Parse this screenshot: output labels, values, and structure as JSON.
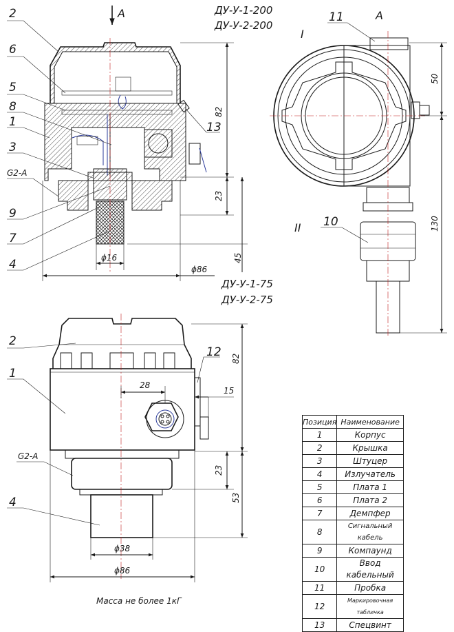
{
  "view_a": {
    "label": "A",
    "arrow_label": "A"
  },
  "models_top": [
    "ДУ-У-1-200",
    "ДУ-У-2-200"
  ],
  "models_bottom": [
    "ДУ-У-1-75",
    "ДУ-У-2-75"
  ],
  "roman": {
    "first": "I",
    "second": "II"
  },
  "section_top": {
    "positions": [
      "2",
      "6",
      "5",
      "8",
      "1",
      "3",
      "9",
      "7",
      "4",
      "13"
    ],
    "thread": "G2-A",
    "dims": {
      "h_cap": "82",
      "h_thread": "23",
      "h_probe": "45",
      "d_probe": "ϕ16",
      "d_body": "ϕ86"
    }
  },
  "top_view": {
    "positions": [
      "11",
      "10"
    ],
    "dims": {
      "h_plug": "50",
      "h_gland": "130"
    }
  },
  "front_view": {
    "positions": [
      "2",
      "12",
      "1",
      "4"
    ],
    "thread": "G2-A",
    "dims": {
      "h_cap": "82",
      "w_gland": "28",
      "w_plate": "15",
      "h_thread": "23",
      "h_probe": "53",
      "d_probe": "ϕ38",
      "d_body": "ϕ86"
    }
  },
  "mass_note": "Масса не более 1кГ",
  "bom": {
    "headers": [
      "Позиция",
      "Наименование"
    ],
    "rows": [
      {
        "num": "1",
        "name": "Корпус"
      },
      {
        "num": "2",
        "name": "Крышка"
      },
      {
        "num": "3",
        "name": "Штуцер"
      },
      {
        "num": "4",
        "name": "Излучатель"
      },
      {
        "num": "5",
        "name": "Плата 1"
      },
      {
        "num": "6",
        "name": "Плата 2"
      },
      {
        "num": "7",
        "name": "Демпфер"
      },
      {
        "num": "8",
        "name": "Сигнальный кабель"
      },
      {
        "num": "9",
        "name": "Компаунд"
      },
      {
        "num": "10",
        "name": "Ввод кабельный"
      },
      {
        "num": "11",
        "name": "Пробка"
      },
      {
        "num": "12",
        "name": "Маркировочная табличка"
      },
      {
        "num": "13",
        "name": "Спецвинт"
      }
    ]
  }
}
